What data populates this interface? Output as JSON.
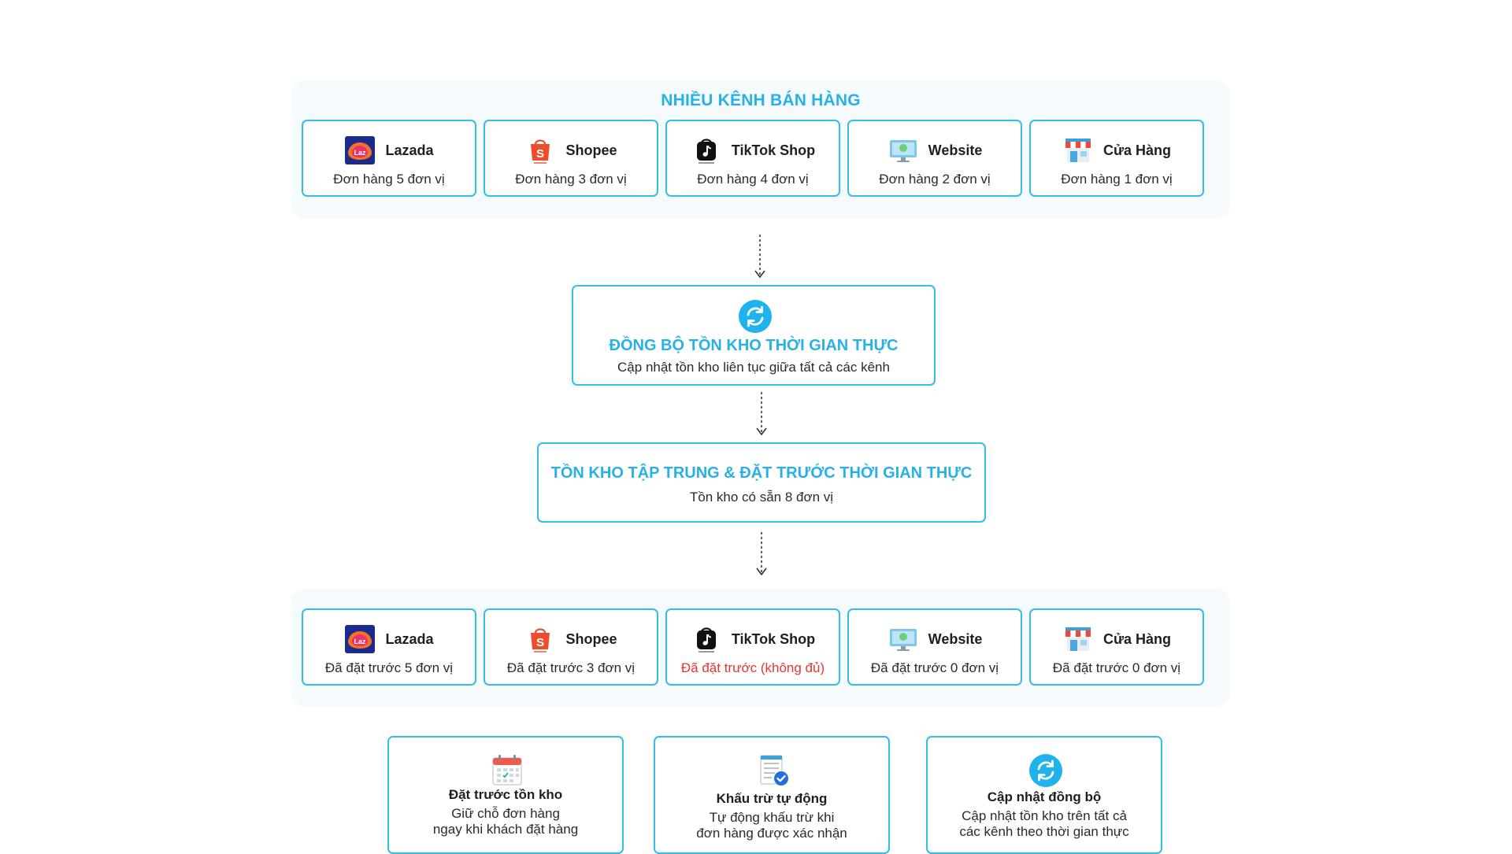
{
  "top_panel": {
    "title": "NHIỀU KÊNH BÁN HÀNG",
    "channels": [
      {
        "name": "Lazada",
        "detail": "Đơn hàng 5 đơn vị",
        "icon": "lazada-logo-icon"
      },
      {
        "name": "Shopee",
        "detail": "Đơn hàng 3 đơn vị",
        "icon": "shopee-logo-icon"
      },
      {
        "name": "TikTok Shop",
        "detail": "Đơn hàng 4 đơn vị",
        "icon": "tiktok-logo-icon"
      },
      {
        "name": "Website",
        "detail": "Đơn hàng 2 đơn vị",
        "icon": "monitor-icon"
      },
      {
        "name": "Cửa Hàng",
        "detail": "Đơn hàng 1 đơn vị",
        "icon": "storefront-icon"
      }
    ]
  },
  "sync": {
    "title": "ĐỒNG BỘ TỒN KHO THỜI GIAN THỰC",
    "subtitle": "Cập nhật tồn kho liên tục giữa tất cả các kênh",
    "icon": "refresh-icon"
  },
  "central": {
    "title": "TỒN KHO TẬP TRUNG & ĐẶT TRƯỚC THỜI GIAN THỰC",
    "subtitle": "Tồn kho có sẵn 8 đơn vị"
  },
  "bottom_panel": {
    "channels": [
      {
        "name": "Lazada",
        "detail": "Đã đặt trước 5 đơn vị",
        "icon": "lazada-logo-icon"
      },
      {
        "name": "Shopee",
        "detail": "Đã đặt trước 3 đơn vị",
        "icon": "shopee-logo-icon"
      },
      {
        "name": "TikTok Shop",
        "detail": "Đã đặt trước (không đủ)",
        "icon": "tiktok-logo-icon",
        "status_color": "#e8352e"
      },
      {
        "name": "Website",
        "detail": "Đã đặt trước 0 đơn vị",
        "icon": "monitor-icon"
      },
      {
        "name": "Cửa Hàng",
        "detail": "Đã đặt trước 0 đơn vị",
        "icon": "storefront-icon"
      }
    ]
  },
  "features": [
    {
      "title": "Đặt trước tồn kho",
      "description": "Giữ chỗ đơn hàng\nngay khi khách đặt hàng",
      "icon": "calendar-icon"
    },
    {
      "title": "Khấu trừ tự động",
      "description": "Tự động khấu trừ khi\nđơn hàng được xác nhận",
      "icon": "checklist-icon"
    },
    {
      "title": "Cập nhật đồng bộ",
      "description": "Cập nhật tồn kho trên tất cả\ncác kênh theo thời gian thực",
      "icon": "refresh-icon"
    }
  ],
  "colors": {
    "accent": "#27b1e6",
    "border": "#34bde9",
    "panel": "#f5fafd",
    "warning": "#e8352e"
  }
}
